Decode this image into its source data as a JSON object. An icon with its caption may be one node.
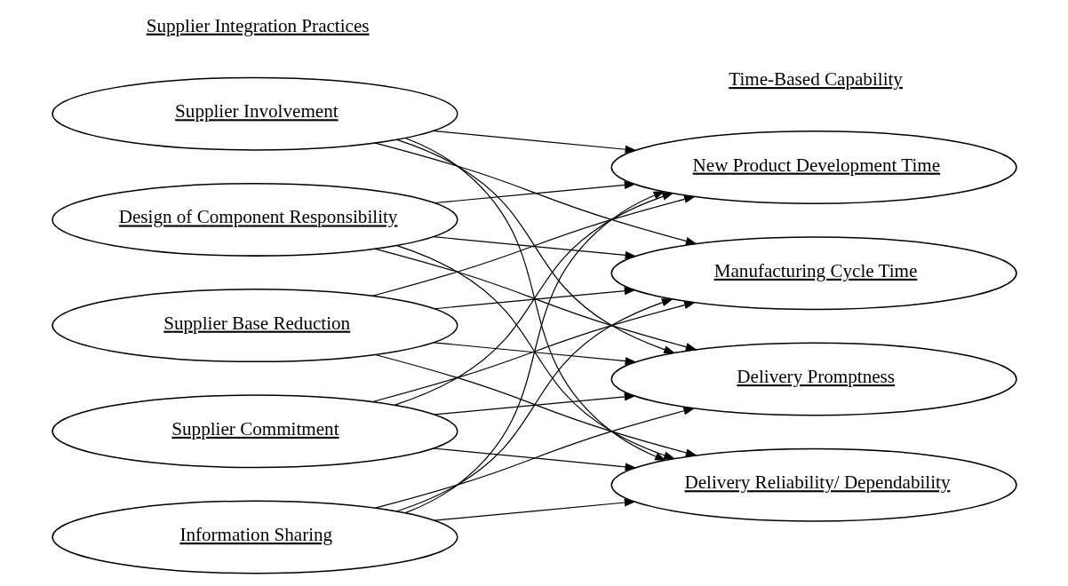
{
  "diagram": {
    "nodes": [
      {
        "text": [
          "Supplier Involvement"
        ]
      },
      {
        "text": [
          "Design of Component Responsibility"
        ]
      },
      {
        "text": [
          "Supplier Base Reduction"
        ]
      },
      {
        "text": [
          "Supplier Commitment"
        ]
      },
      {
        "text": [
          "Information Sharing"
        ]
      },
      {
        "text": [
          "New Product Development Time"
        ]
      },
      {
        "text": [
          "Manufacturing Cycle Time"
        ]
      },
      {
        "text": [
          "Delivery Promptness"
        ]
      },
      {
        "text": [
          "Delivery Reliability/ Dependability"
        ]
      }
    ],
    "edges": [
      {
        "from": 0,
        "to": 5,
        "arrow": "to"
      },
      {
        "from": 0,
        "to": 6,
        "arrow": "to"
      },
      {
        "from": 0,
        "to": 7,
        "arrow": "to"
      },
      {
        "from": 0,
        "to": 8,
        "arrow": "to"
      },
      {
        "from": 1,
        "to": 5,
        "arrow": "to"
      },
      {
        "from": 1,
        "to": 6,
        "arrow": "to"
      },
      {
        "from": 1,
        "to": 7,
        "arrow": "to"
      },
      {
        "from": 1,
        "to": 8,
        "arrow": "to"
      },
      {
        "from": 2,
        "to": 5,
        "arrow": "to"
      },
      {
        "from": 2,
        "to": 6,
        "arrow": "to"
      },
      {
        "from": 2,
        "to": 7,
        "arrow": "to"
      },
      {
        "from": 2,
        "to": 8,
        "arrow": "to"
      },
      {
        "from": 3,
        "to": 5,
        "arrow": "to"
      },
      {
        "from": 3,
        "to": 6,
        "arrow": "to"
      },
      {
        "from": 3,
        "to": 7,
        "arrow": "to"
      },
      {
        "from": 3,
        "to": 8,
        "arrow": "to"
      },
      {
        "from": 4,
        "to": 5,
        "arrow": "to"
      },
      {
        "from": 4,
        "to": 6,
        "arrow": "to"
      },
      {
        "from": 4,
        "to": 7,
        "arrow": "to"
      },
      {
        "from": 4,
        "to": 8,
        "arrow": "to"
      }
    ],
    "labels": [
      "Supplier Integration Practices",
      "Time-Based Capability"
    ]
  }
}
